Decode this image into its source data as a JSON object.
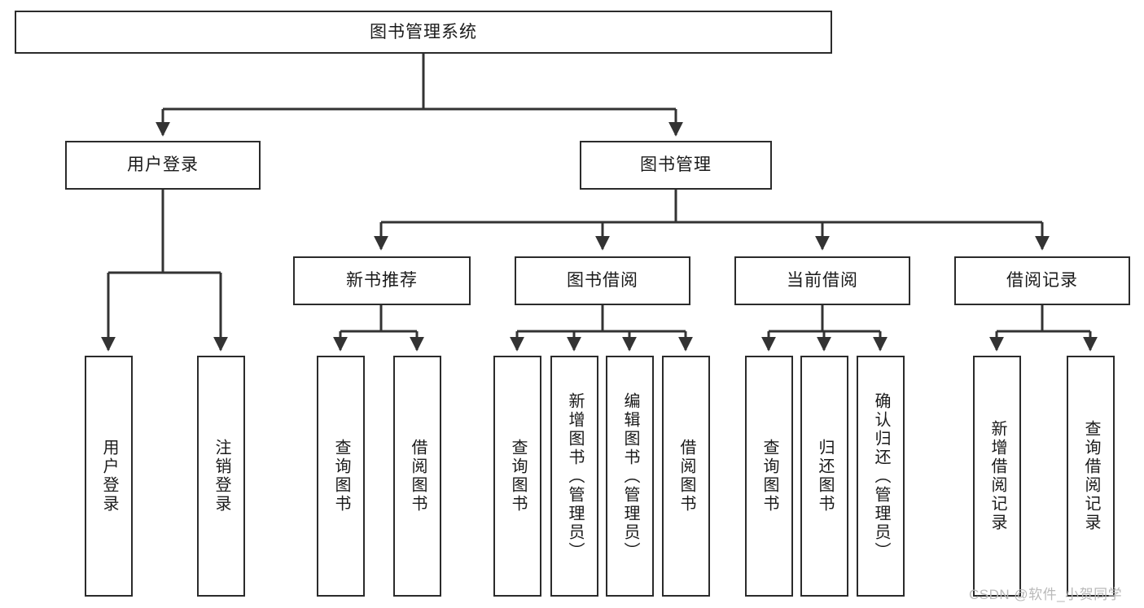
{
  "diagram": {
    "title": "图书管理系统",
    "type": "tree-hierarchy-diagram",
    "colors": {
      "box_border": "#2b2b2b",
      "box_fill": "#ffffff",
      "edge": "#333333",
      "text": "#1a1a1a",
      "watermark": "#b9b9b9",
      "background": "#ffffff"
    },
    "root": {
      "label": "图书管理系统"
    },
    "level2": [
      {
        "label": "用户登录"
      },
      {
        "label": "图书管理"
      }
    ],
    "level3": [
      {
        "label": "新书推荐"
      },
      {
        "label": "图书借阅"
      },
      {
        "label": "当前借阅"
      },
      {
        "label": "借阅记录"
      }
    ],
    "leaves": {
      "user_login": [
        {
          "label": "用户登录"
        },
        {
          "label": "注销登录"
        }
      ],
      "new_book_recommend": [
        {
          "label": "查询图书"
        },
        {
          "label": "借阅图书"
        }
      ],
      "book_borrow": [
        {
          "label": "查询图书"
        },
        {
          "label": "新增图书（管理员）"
        },
        {
          "label": "编辑图书（管理员）"
        },
        {
          "label": "借阅图书"
        }
      ],
      "current_borrow": [
        {
          "label": "查询图书"
        },
        {
          "label": "归还图书"
        },
        {
          "label": "确认归还（管理员）"
        }
      ],
      "borrow_record": [
        {
          "label": "新增借阅记录"
        },
        {
          "label": "查询借阅记录"
        }
      ]
    },
    "watermark": "CSDN @软件_小贺同学"
  }
}
